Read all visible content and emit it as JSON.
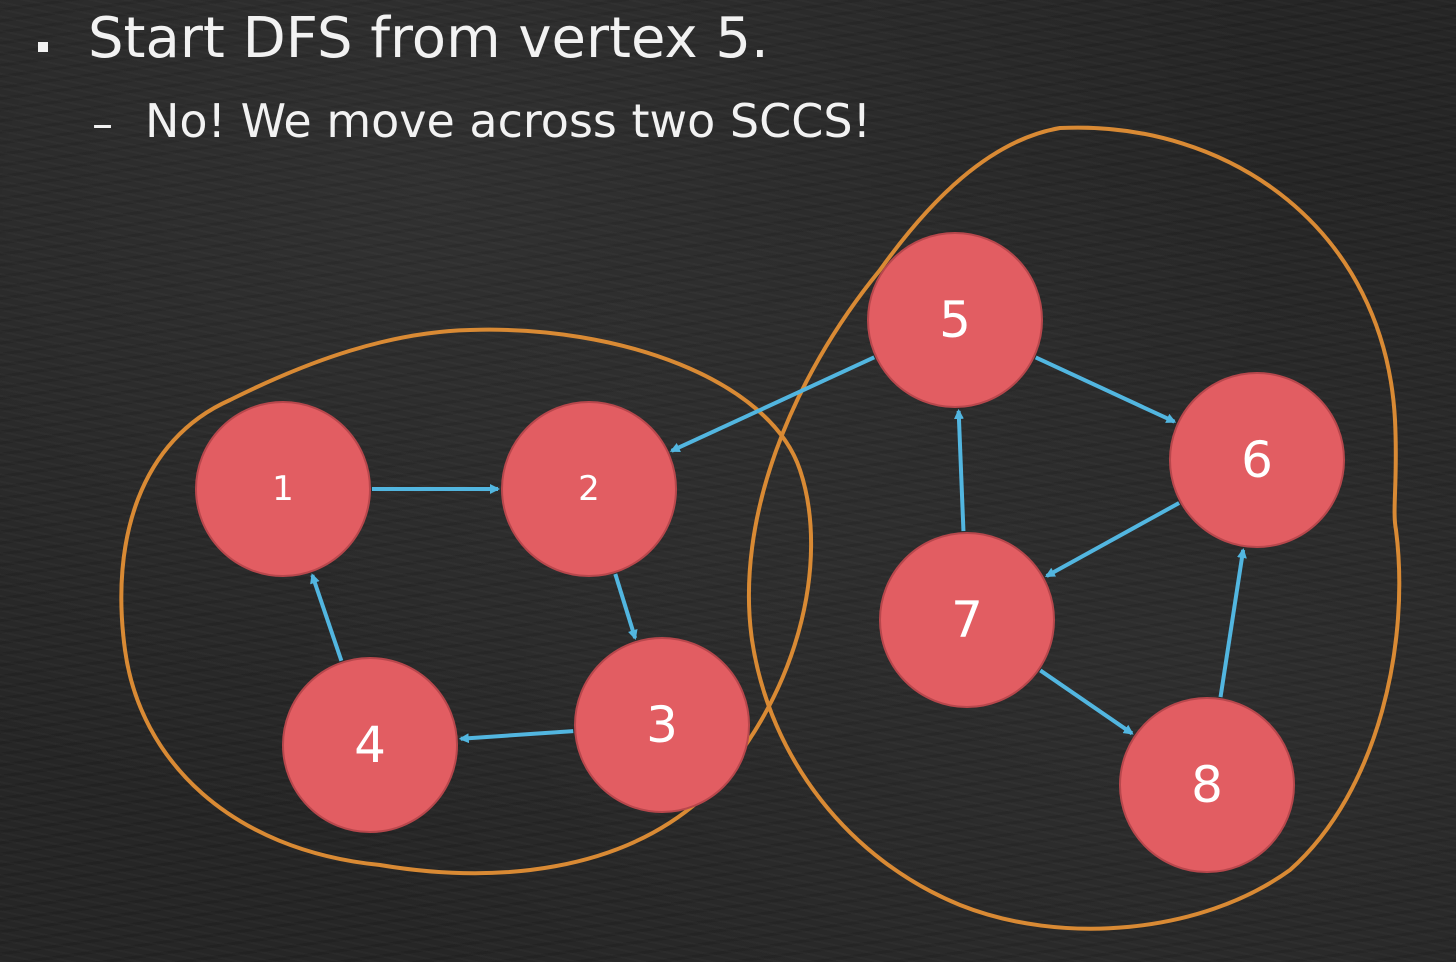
{
  "slide": {
    "bullet_text": "Start DFS from vertex 5.",
    "sub_dash": "–",
    "sub_text": "No! We move across two SCCS!"
  },
  "colors": {
    "background": "#262626",
    "node_fill": "#e25d62",
    "node_stroke": "#b8474c",
    "edge": "#52b6e0",
    "scc_outline": "#d98a34",
    "text": "#f2f2f2"
  },
  "graph": {
    "nodes": [
      {
        "id": "1",
        "label": "1"
      },
      {
        "id": "2",
        "label": "2"
      },
      {
        "id": "3",
        "label": "3"
      },
      {
        "id": "4",
        "label": "4"
      },
      {
        "id": "5",
        "label": "5"
      },
      {
        "id": "6",
        "label": "6"
      },
      {
        "id": "7",
        "label": "7"
      },
      {
        "id": "8",
        "label": "8"
      }
    ],
    "edges": [
      {
        "from": "1",
        "to": "2"
      },
      {
        "from": "2",
        "to": "3"
      },
      {
        "from": "3",
        "to": "4"
      },
      {
        "from": "4",
        "to": "1"
      },
      {
        "from": "5",
        "to": "2"
      },
      {
        "from": "5",
        "to": "6"
      },
      {
        "from": "6",
        "to": "7"
      },
      {
        "from": "7",
        "to": "5"
      },
      {
        "from": "7",
        "to": "8"
      },
      {
        "from": "8",
        "to": "6"
      }
    ],
    "sccs": [
      {
        "members": [
          "1",
          "2",
          "3",
          "4"
        ]
      },
      {
        "members": [
          "5",
          "6",
          "7",
          "8"
        ]
      }
    ]
  }
}
